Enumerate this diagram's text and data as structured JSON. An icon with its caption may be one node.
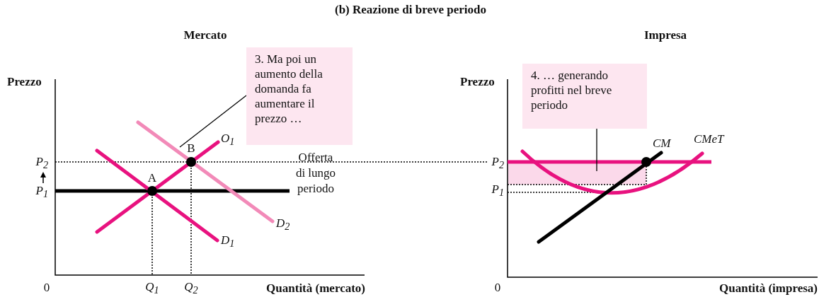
{
  "diagram": {
    "title": "(b) Reazione di breve periodo",
    "nodes": [
      {
        "text": [
          "3. Ma poi un aumento della domanda fa aumentare il prezzo …"
        ]
      },
      {
        "text": [],
        "shape": "line"
      },
      {
        "text": [
          "4. … generando profitti nel breve periodo"
        ]
      },
      {
        "text": [],
        "shape": "box"
      }
    ],
    "edges": [
      {
        "from": 0,
        "to": 1,
        "arrow": "none"
      },
      {
        "from": 2,
        "to": 3,
        "arrow": "none"
      }
    ],
    "labels": [
      "Mercato",
      "Impresa",
      "Prezzo",
      "B",
      "O$_{1}$",
      "Prezzo",
      "CM",
      "CMeT",
      "P$_{2}$",
      "P$_{2}$",
      "A",
      "Offerta di lungo periodo",
      "P$_{1}$",
      "P$_{1}$",
      "D$_{2}$",
      "D$_{1}$",
      "0",
      "Q$_{1}$",
      "Q$_{2}$",
      "Quantità (mercato)",
      "0",
      "Quantità (impresa)"
    ]
  }
}
